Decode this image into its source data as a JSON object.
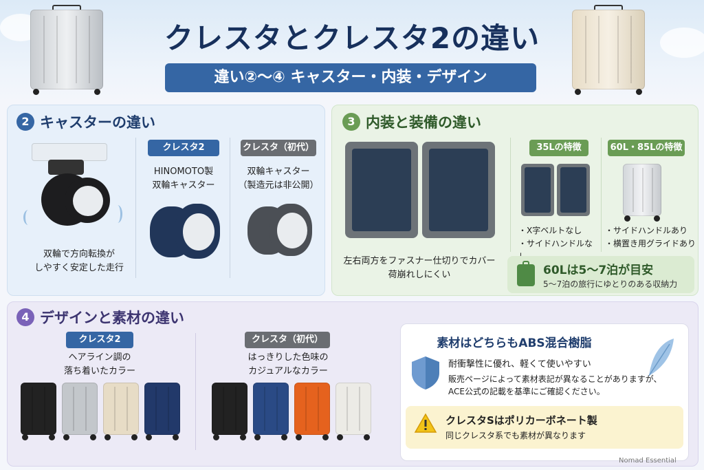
{
  "header": {
    "title": "クレスタとクレスタ2の違い",
    "subtitle": "違い②〜④ キャスター・内装・デザイン"
  },
  "caster_section": {
    "number": "2",
    "title": "キャスターの違い",
    "caption": [
      "双輪で方向転換が",
      "しやすく安定した走行"
    ],
    "cresta2": {
      "tag": "クレスタ2",
      "desc": [
        "HINOMOTO製",
        "双輪キャスター"
      ]
    },
    "cresta_original": {
      "tag": "クレスタ（初代）",
      "desc": [
        "双輪キャスター",
        "（製造元は非公開）"
      ]
    }
  },
  "interior_section": {
    "number": "3",
    "title": "内装と装備の違い",
    "caption": [
      "左右両方をファスナー仕切りでカバー",
      "荷崩れしにくい"
    ],
    "size35": {
      "tag": "35Lの特徴",
      "features": [
        "・X字ベルトなし",
        "・サイドハンドルなし"
      ]
    },
    "size60": {
      "tag": "60L・85Lの特徴",
      "features": [
        "・サイドハンドルあり",
        "・横置き用グライドあり"
      ]
    },
    "note": {
      "title": "60Lは5〜7泊が目安",
      "desc": "5〜7泊の旅行にゆとりのある収納力"
    }
  },
  "design_section": {
    "number": "4",
    "title": "デザインと素材の違い",
    "cresta2": {
      "tag": "クレスタ2",
      "desc": [
        "ヘアライン調の",
        "落ち着いたカラー"
      ]
    },
    "cresta_original": {
      "tag": "クレスタ（初代）",
      "desc": [
        "はっきりした色味の",
        "カジュアルなカラー"
      ]
    },
    "material": {
      "title": "素材はどちらもABS混合樹脂",
      "line1": "耐衝撃性に優れ、軽くて使いやすい",
      "line2": "販売ページによって素材表記が異なることがありますが、",
      "line3": "ACE公式の記載を基準にご確認ください。"
    },
    "warning": {
      "title": "クレスタSはポリカーボネート製",
      "desc": "同じクレスタ系でも素材が異なります"
    }
  },
  "footer": {
    "brand": "Nomad Essential"
  },
  "colors": {
    "navy": "#17305c",
    "blue": "#3566a4",
    "green": "#6a9c55",
    "purple": "#7a62b8",
    "gray_tag": "#6a6d72"
  },
  "icons": [
    "wheel-icon",
    "suitcase-icon",
    "shield-icon",
    "feather-icon",
    "warning-icon"
  ]
}
